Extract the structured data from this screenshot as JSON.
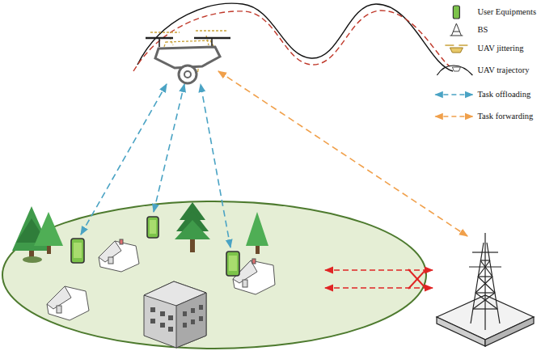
{
  "diagram": {
    "legend": [
      {
        "text": "User Equipments"
      },
      {
        "text": "BS"
      },
      {
        "text": "UAV jittering"
      },
      {
        "text": "UAV trajectory"
      },
      {
        "text": "Task offloading"
      },
      {
        "text": "Task forwarding"
      }
    ]
  }
}
